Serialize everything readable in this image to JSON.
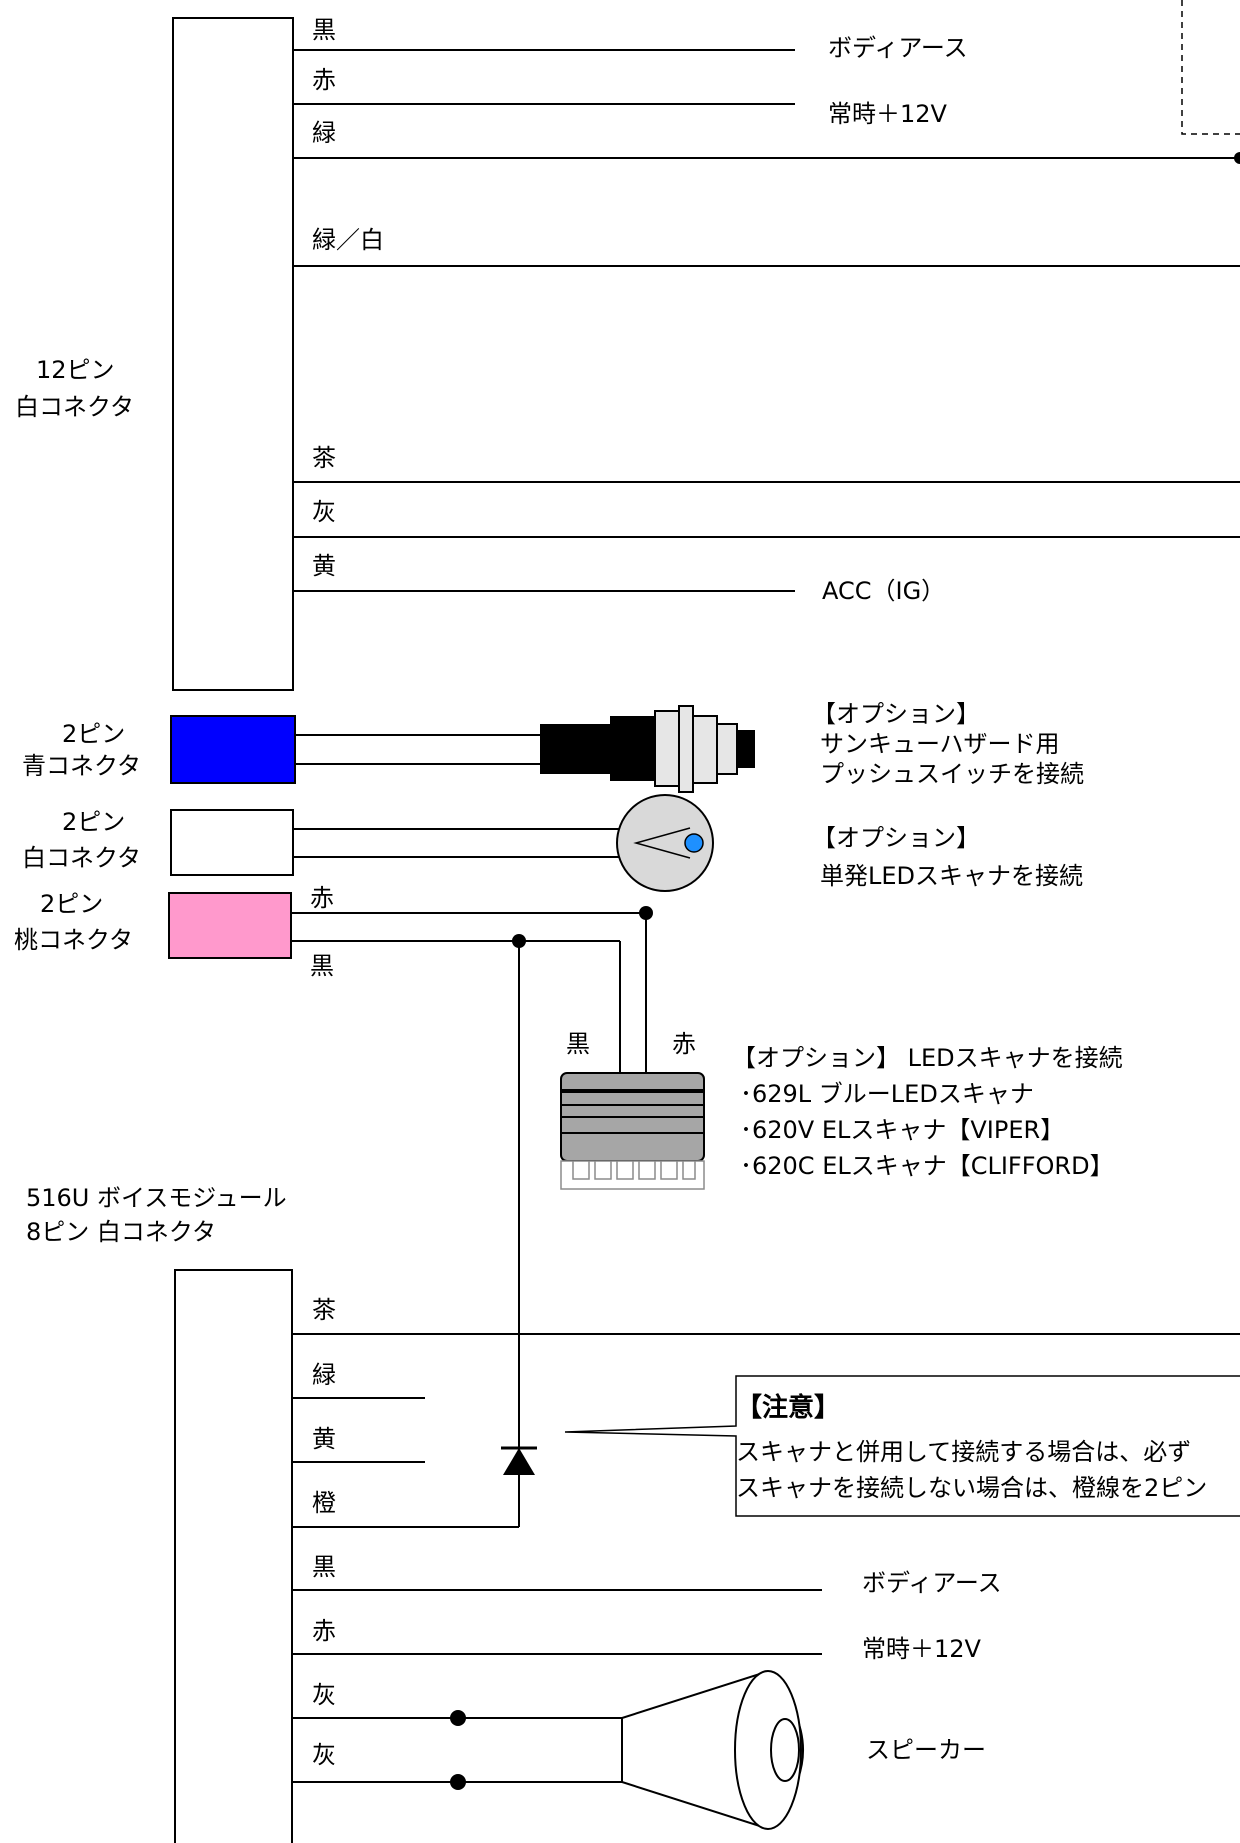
{
  "connector12": {
    "title_line1": "12ピン",
    "title_line2": "白コネクタ",
    "wires": [
      "黒",
      "赤",
      "緑",
      "緑／白",
      "茶",
      "灰",
      "黄"
    ],
    "black_dest": "ボディアース",
    "red_dest": "常時＋12V",
    "yellow_dest": "ACC（IG）"
  },
  "blue2": {
    "title_line1": "2ピン",
    "title_line2": "青コネクタ",
    "option_head": "【オプション】",
    "option_line1": "サンキューハザード用",
    "option_line2": "プッシュスイッチを接続",
    "color": "#0000ff"
  },
  "white2": {
    "title_line1": "2ピン",
    "title_line2": "白コネクタ",
    "option_head": "【オプション】",
    "option_line1": "単発LEDスキャナを接続"
  },
  "peach2": {
    "title_line1": "2ピン",
    "title_line2": "桃コネクタ",
    "wire_red": "赤",
    "wire_black": "黒",
    "color": "#ff99cc"
  },
  "scanner": {
    "label_black": "黒",
    "label_red": "赤",
    "heading": "【オプション】 LEDスキャナを接続",
    "items": [
      "･629L  ブルーLEDスキャナ",
      "･620V  ELスキャナ【VIPER】",
      "･620C  ELスキャナ【CLIFFORD】"
    ]
  },
  "module": {
    "title_line1": "516U  ボイスモジュール",
    "title_line2": "8ピン  白コネクタ",
    "wires": [
      "茶",
      "緑",
      "黄",
      "橙",
      "黒",
      "赤",
      "灰",
      "灰"
    ],
    "black_dest": "ボディアース",
    "red_dest": "常時＋12V",
    "speaker": "スピーカー"
  },
  "note": {
    "title": "【注意】",
    "line1": "スキャナと併用して接続する場合は、必ず",
    "line2": "スキャナを接続しない場合は、橙線を2ピン"
  },
  "colors": {
    "line": "#000000",
    "switch_gray": "#d9d9d9",
    "scanner_dot": "#1e90ff",
    "scanner_body": "#a6a6a6"
  }
}
